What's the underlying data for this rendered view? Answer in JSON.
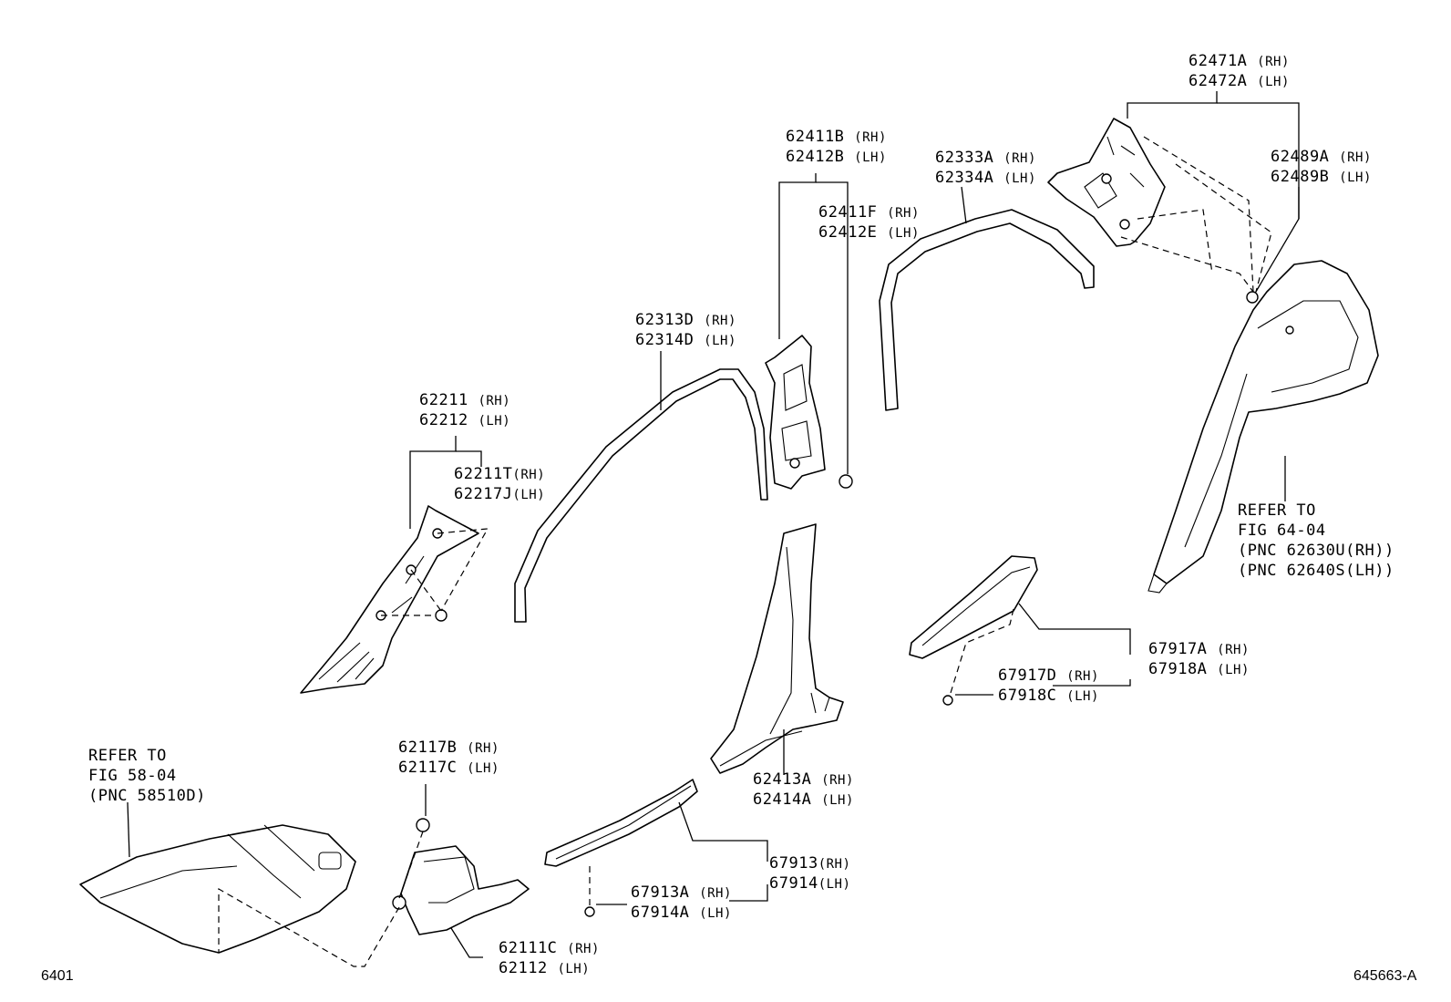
{
  "callouts": {
    "c62471": {
      "line1": "62471A",
      "sfx1": "(RH)",
      "line2": "62472A",
      "sfx2": "(LH)"
    },
    "c62489": {
      "line1": "62489A",
      "sfx1": "(RH)",
      "line2": "62489B",
      "sfx2": "(LH)"
    },
    "c62411B": {
      "line1": "62411B",
      "sfx1": "(RH)",
      "line2": "62412B",
      "sfx2": "(LH)"
    },
    "c62411F": {
      "line1": "62411F",
      "sfx1": "(RH)",
      "line2": "62412E",
      "sfx2": "(LH)"
    },
    "c62333": {
      "line1": "62333A",
      "sfx1": "(RH)",
      "line2": "62334A",
      "sfx2": "(LH)"
    },
    "c62313": {
      "line1": "62313D",
      "sfx1": "(RH)",
      "line2": "62314D",
      "sfx2": "(LH)"
    },
    "c62211": {
      "line1": "62211",
      "sfx1": "(RH)",
      "line2": "62212",
      "sfx2": "(LH)"
    },
    "c62211T": {
      "line1": "62211T",
      "sfx1": "(RH)",
      "line2": "62217J",
      "sfx2": "(LH)"
    },
    "c62413": {
      "line1": "62413A",
      "sfx1": "(RH)",
      "line2": "62414A",
      "sfx2": "(LH)"
    },
    "c67917": {
      "line1": "67917A",
      "sfx1": "(RH)",
      "line2": "67918A",
      "sfx2": "(LH)"
    },
    "c67917D": {
      "line1": "67917D",
      "sfx1": "(RH)",
      "line2": "67918C",
      "sfx2": "(LH)"
    },
    "c62117": {
      "line1": "62117B",
      "sfx1": "(RH)",
      "line2": "62117C",
      "sfx2": "(LH)"
    },
    "c67913": {
      "line1": "67913",
      "sfx1": "(RH)",
      "line2": "67914",
      "sfx2": "(LH)"
    },
    "c67913A": {
      "line1": "67913A",
      "sfx1": "(RH)",
      "line2": "67914A",
      "sfx2": "(LH)"
    },
    "c62111": {
      "line1": "62111C",
      "sfx1": "(RH)",
      "line2": "62112",
      "sfx2": "(LH)"
    }
  },
  "refer_fig64": {
    "l1": "REFER TO",
    "l2": "FIG 64-04",
    "l3": "(PNC 62630U(RH))",
    "l4": "(PNC 62640S(LH))"
  },
  "refer_fig58": {
    "l1": "REFER TO",
    "l2": "FIG 58-04",
    "l3": "(PNC 58510D)"
  },
  "footer": {
    "left_code": "6401",
    "right_code": "645663-A"
  }
}
